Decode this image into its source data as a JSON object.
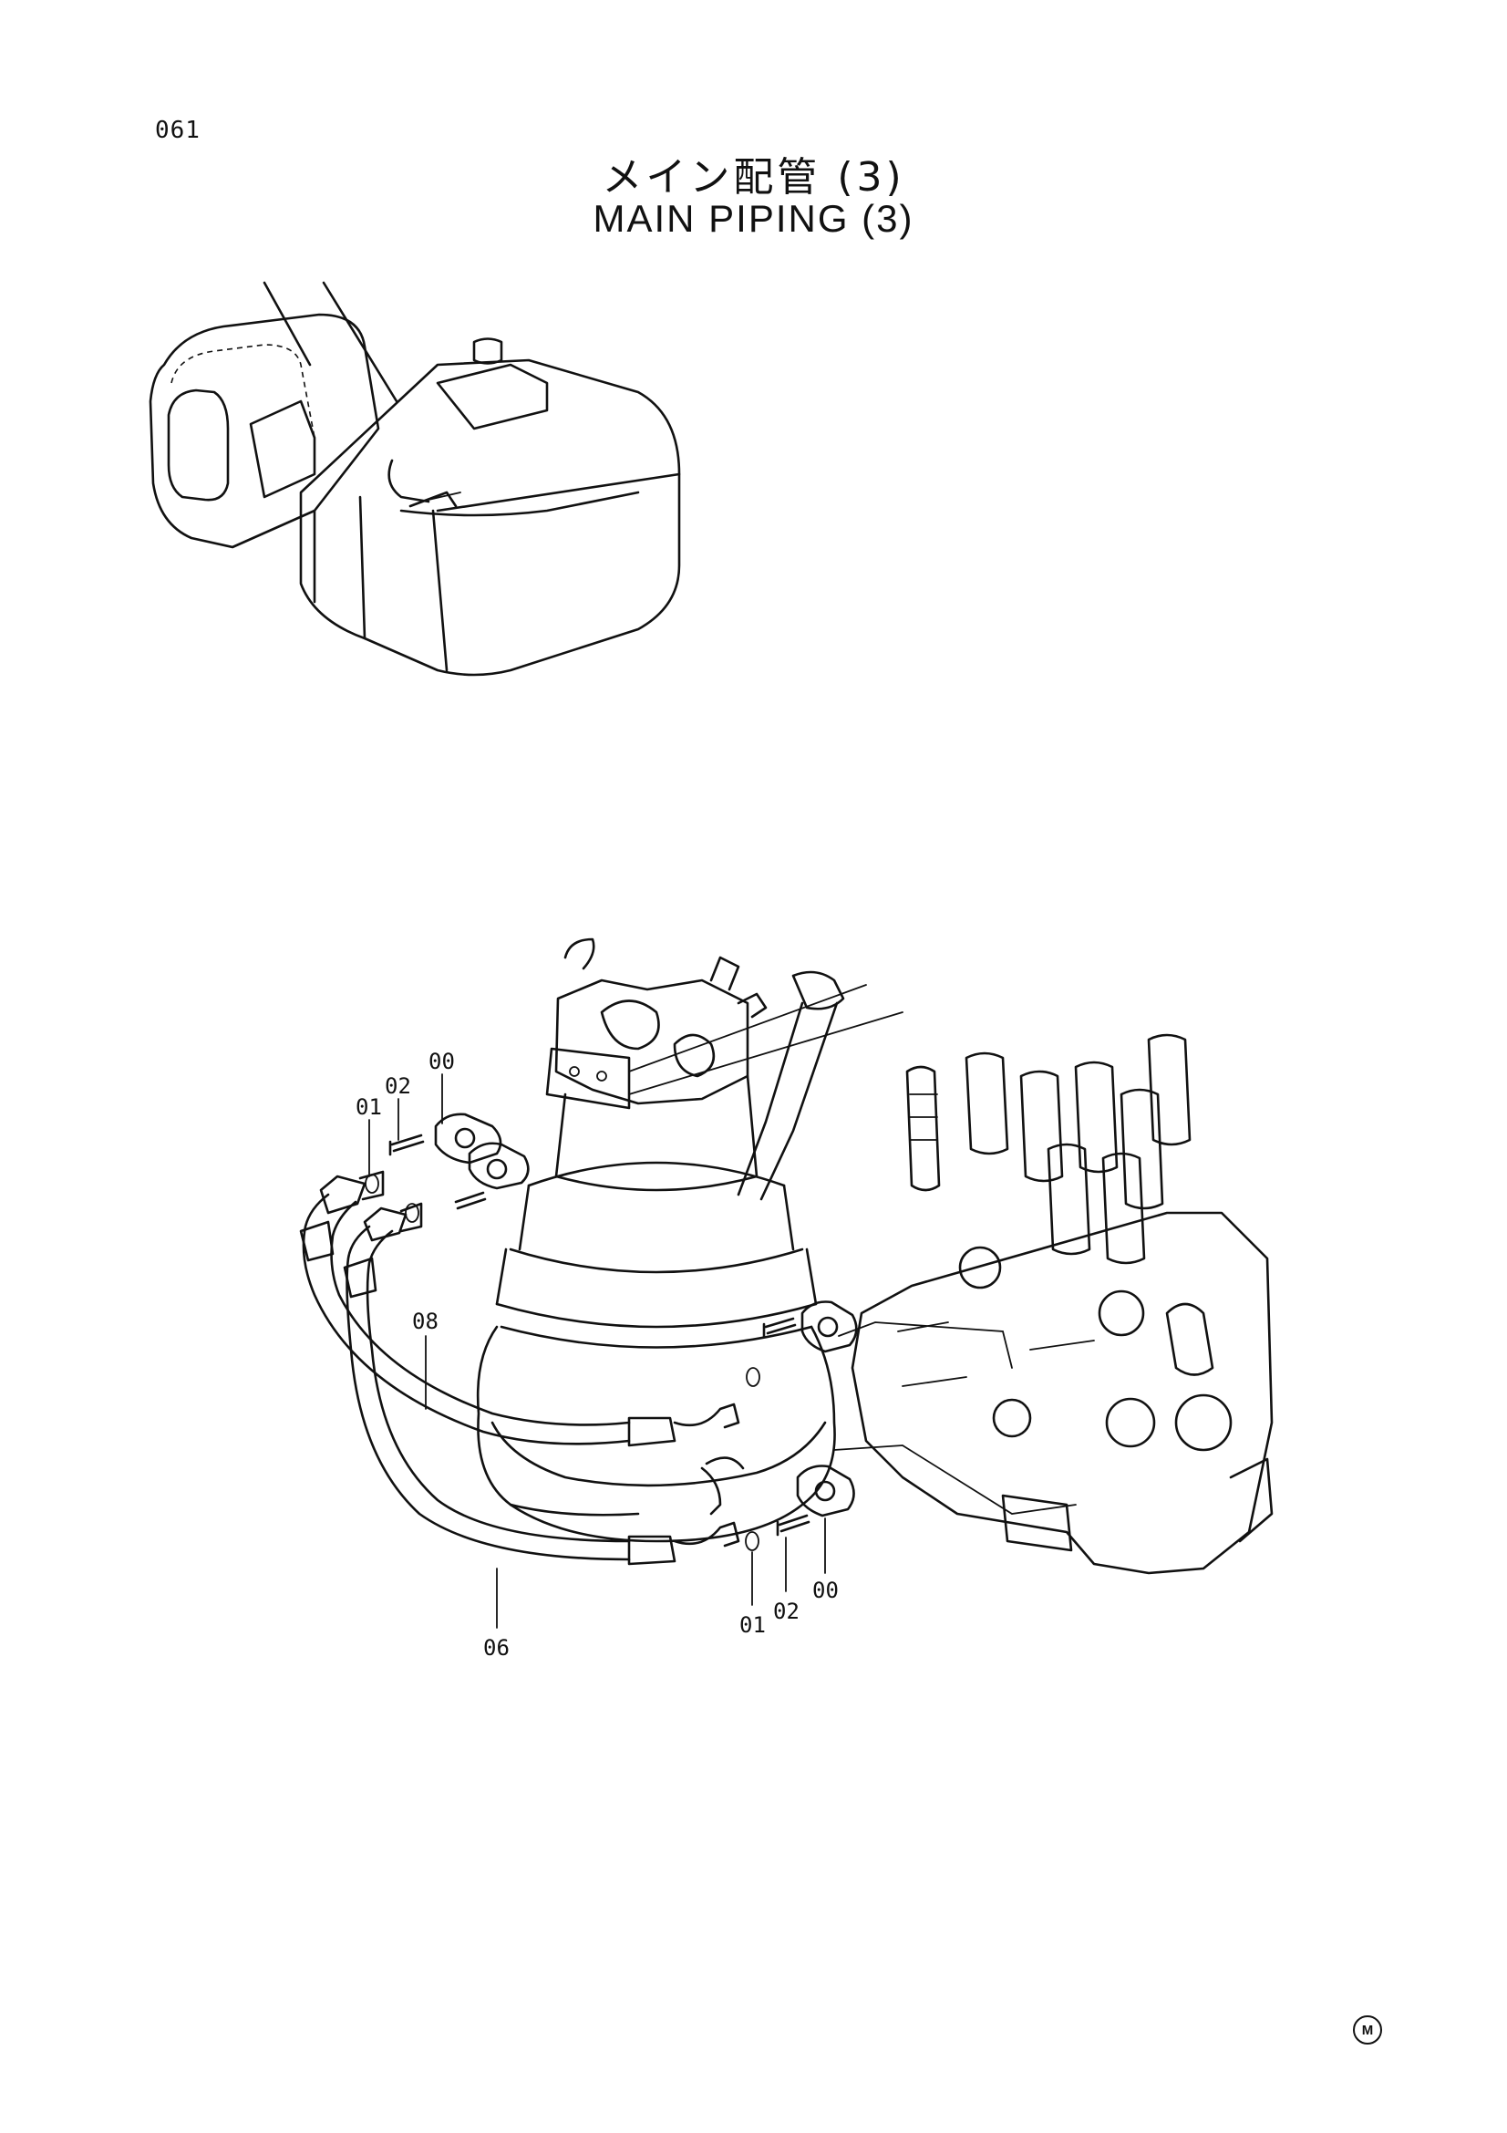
{
  "page_number": "061",
  "title_jp": "メイン配管 (3)",
  "title_en": "MAIN PIPING (3)",
  "part_labels": {
    "upper_00": "00",
    "upper_02": "02",
    "upper_01": "01",
    "label_08": "08",
    "lower_01": "01",
    "lower_02": "02",
    "lower_00": "00",
    "label_06": "06"
  },
  "mark_symbol": "M"
}
